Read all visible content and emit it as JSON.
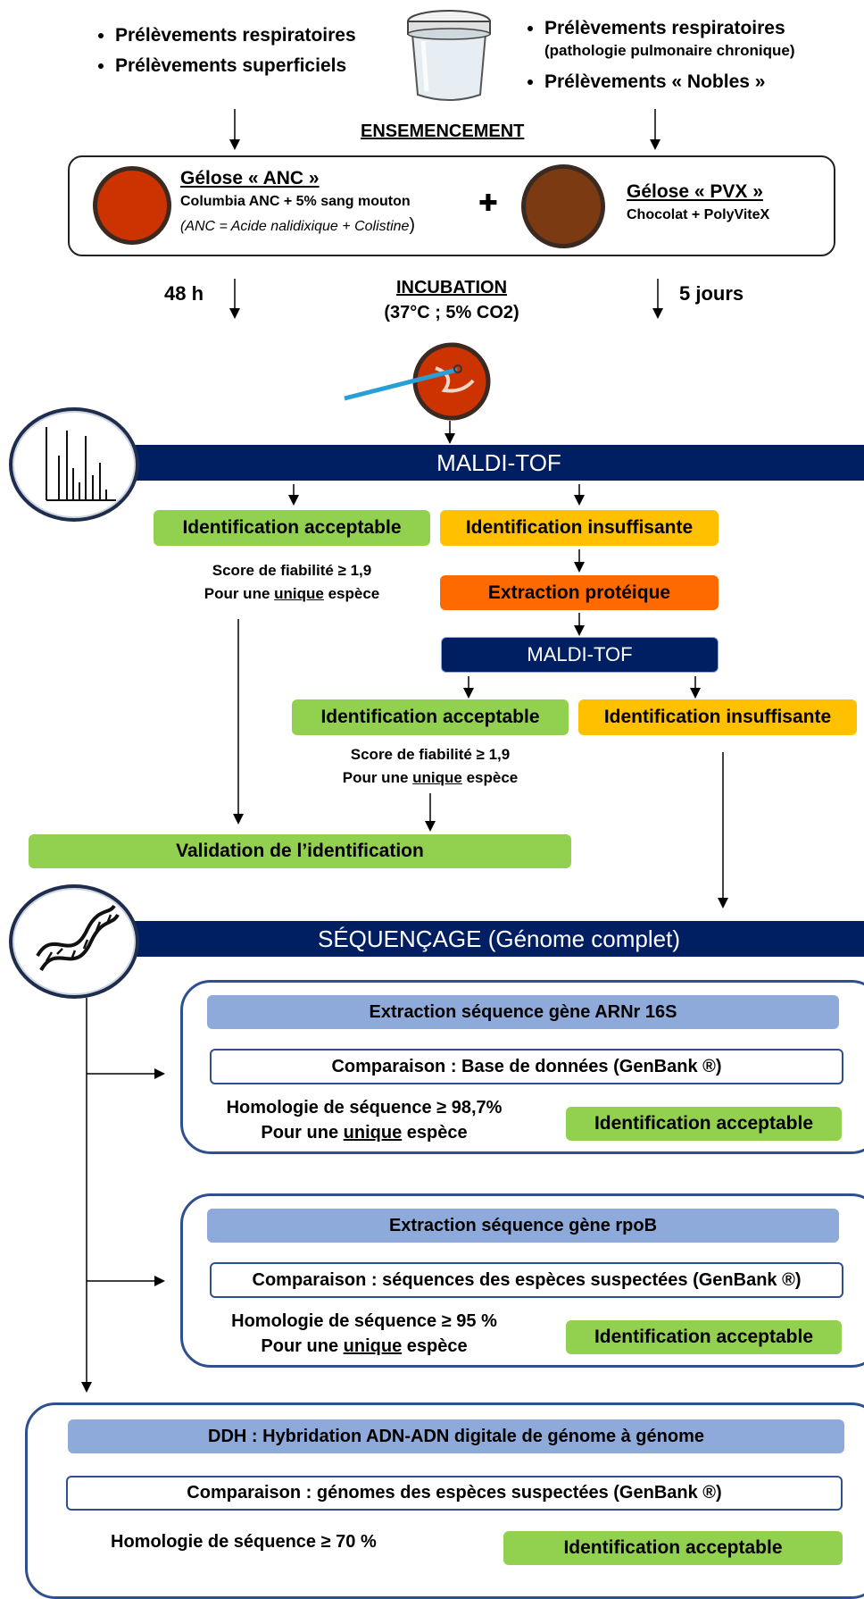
{
  "samples_left": [
    "Prélèvements respiratoires",
    "Prélèvements superficiels"
  ],
  "samples_right": {
    "line1": "Prélèvements respiratoires",
    "line1_sub": "(pathologie pulmonaire chronique)",
    "line2": "Prélèvements « Nobles »"
  },
  "ensemencement": "ENSEMENCEMENT",
  "anc": {
    "title": "Gélose « ANC »",
    "line1": "Columbia  ANC + 5% sang mouton",
    "line2": "(ANC = Acide nalidixique + Colistine",
    "line2_end": ")"
  },
  "plus": "✚",
  "pvx": {
    "title": "Gélose « PVX »",
    "line1": "Chocolat + PolyViteX"
  },
  "incubation": {
    "title": "INCUBATION",
    "conditions": "(37°C ; 5% CO2)",
    "left_time": "48 h",
    "right_time": "5 jours"
  },
  "maldi1": "MALDI-TOF",
  "id_ok": "Identification acceptable",
  "id_bad": "Identification insuffisante",
  "score_line1": "Score de fiabilité ≥ 1,9",
  "score_pre": "Pour une ",
  "score_unique": "unique",
  "score_post": " espèce",
  "extraction": "Extraction protéique",
  "maldi2": "MALDI-TOF",
  "validation": "Validation de l’identification",
  "sequencage": "SÉQUENÇAGE (Génome complet)",
  "block16s": {
    "header": "Extraction séquence gène ARNr 16S",
    "compare": "Comparaison : Base de données (GenBank ®)",
    "homology": "Homologie de séquence ≥ 98,7%",
    "result": "Identification acceptable"
  },
  "blockrpob": {
    "header": "Extraction séquence gène rpoB",
    "compare": "Comparaison : séquences des espèces suspectées (GenBank ®)",
    "homology": "Homologie de séquence ≥ 95 %",
    "result": "Identification acceptable"
  },
  "blockddh": {
    "header": "DDH : Hybridation ADN-ADN digitale de génome à génome",
    "compare": "Comparaison : génomes des espèces suspectées (GenBank ®)",
    "homology": "Homologie de séquence ≥ 70 %",
    "result": "Identification acceptable"
  },
  "colors": {
    "green": "#92d050",
    "yellow": "#ffc000",
    "orange": "#ff6a00",
    "navy": "#001e62",
    "lightblue": "#8eaadb"
  }
}
